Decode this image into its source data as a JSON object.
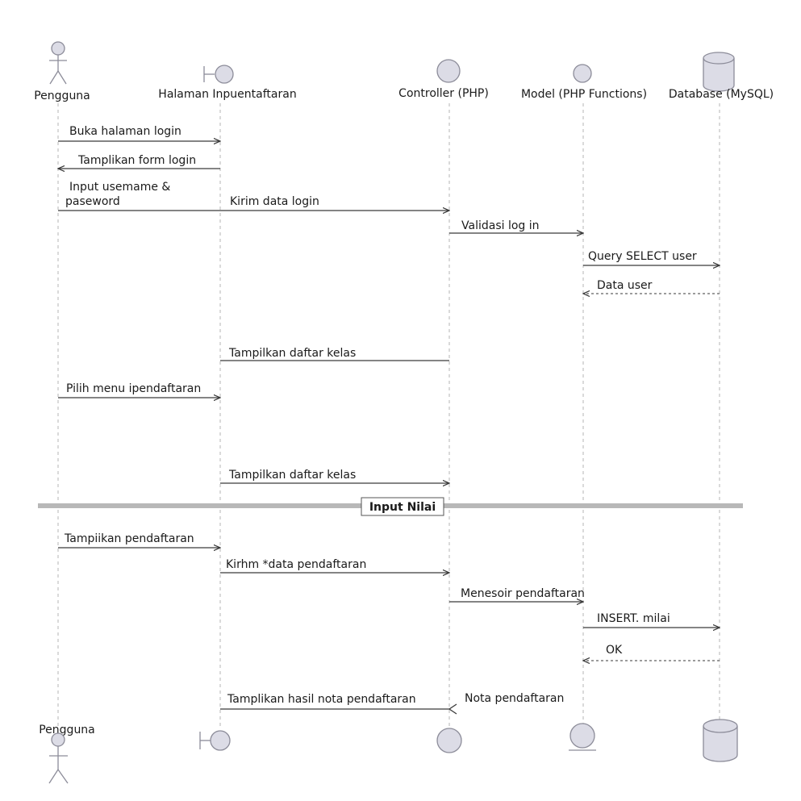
{
  "diagram": {
    "colors": {
      "actor_fill": "#dcdce6",
      "actor_stroke": "#8c8c99",
      "arrow": "#3a3a3a",
      "lifeline": "#b5b5b5",
      "divider": "#b8b8b8"
    },
    "participants": [
      {
        "id": "pengguna",
        "kind": "actor",
        "label": "Pengguna",
        "footer_label": "Pengguna"
      },
      {
        "id": "halaman",
        "kind": "boundary",
        "label": "Halaman Inpuentaftaran"
      },
      {
        "id": "controller",
        "kind": "control",
        "label": "Controller  (PHP)"
      },
      {
        "id": "model",
        "kind": "entity",
        "label": "Model (PHP Functions)"
      },
      {
        "id": "database",
        "kind": "database",
        "label": "Database (MySQL)"
      }
    ],
    "messages": [
      {
        "id": "m1",
        "from": "pengguna",
        "to": "halaman",
        "style": "solid",
        "lines": [
          "Buka halaman login"
        ]
      },
      {
        "id": "m2",
        "from": "halaman",
        "to": "pengguna",
        "style": "solid",
        "lines": [
          "Tamplikan form login"
        ]
      },
      {
        "id": "m3a",
        "from": "pengguna",
        "to": "halaman",
        "style": "solid",
        "lines": [
          "Input usemame &",
          "paseword"
        ]
      },
      {
        "id": "m3b",
        "from": "halaman",
        "to": "controller",
        "style": "solid",
        "lines": [
          "Kirim data login"
        ]
      },
      {
        "id": "m4",
        "from": "controller",
        "to": "model",
        "style": "solid",
        "lines": [
          "Validasi log in"
        ]
      },
      {
        "id": "m5",
        "from": "model",
        "to": "database",
        "style": "solid",
        "lines": [
          "Query SELECT user"
        ]
      },
      {
        "id": "m6",
        "from": "database",
        "to": "model",
        "style": "dashed",
        "lines": [
          "Data user"
        ]
      },
      {
        "id": "m7",
        "from": "controller",
        "to": "halaman",
        "style": "solid",
        "head": "none",
        "lines": [
          "Tampilkan daftar kelas"
        ]
      },
      {
        "id": "m8",
        "from": "pengguna",
        "to": "halaman",
        "style": "solid",
        "lines": [
          "Pilih menu ipendaftaran"
        ]
      },
      {
        "id": "m9",
        "from": "halaman",
        "to": "controller",
        "style": "solid",
        "lines": [
          "Tampilkan daftar kelas"
        ]
      },
      {
        "id": "m10",
        "from": "pengguna",
        "to": "halaman",
        "style": "solid",
        "lines": [
          "Tampiikan pendaftaran"
        ]
      },
      {
        "id": "m11",
        "from": "halaman",
        "to": "controller",
        "style": "solid",
        "lines": [
          "Kirhm *data pendaftaran"
        ]
      },
      {
        "id": "m12",
        "from": "controller",
        "to": "model",
        "style": "solid",
        "lines": [
          "Menesoir pendaftaran"
        ]
      },
      {
        "id": "m13",
        "from": "model",
        "to": "database",
        "style": "solid",
        "lines": [
          "INSERT. milai"
        ]
      },
      {
        "id": "m14",
        "from": "database",
        "to": "model",
        "style": "dashed",
        "lines": [
          "OK"
        ]
      },
      {
        "id": "m15",
        "from": "halaman",
        "to": "controller",
        "style": "solid",
        "head": "none",
        "lines": [
          "Tamplikan hasil nota pendaftaran"
        ]
      },
      {
        "id": "m16",
        "from": "controller",
        "to": "halaman",
        "style": "solid",
        "head": "none",
        "lines": [
          "Nota pendaftaran"
        ]
      }
    ],
    "divider": {
      "title": "Input Nilai"
    }
  }
}
